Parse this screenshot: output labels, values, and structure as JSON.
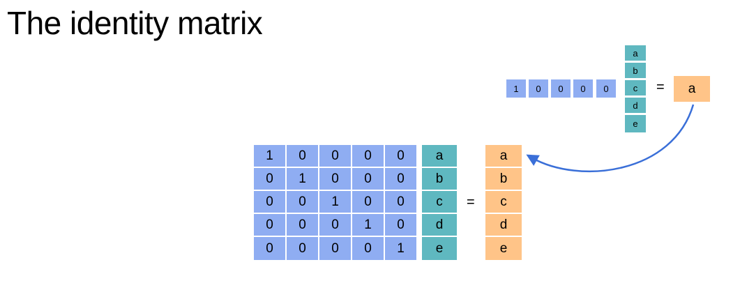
{
  "title": "The identity matrix",
  "top_equation": {
    "row_vector": [
      "1",
      "0",
      "0",
      "0",
      "0"
    ],
    "column_vector": [
      "a",
      "b",
      "c",
      "d",
      "e"
    ],
    "equals": "=",
    "result": "a"
  },
  "main_equation": {
    "matrix": [
      [
        "1",
        "0",
        "0",
        "0",
        "0"
      ],
      [
        "0",
        "1",
        "0",
        "0",
        "0"
      ],
      [
        "0",
        "0",
        "1",
        "0",
        "0"
      ],
      [
        "0",
        "0",
        "0",
        "1",
        "0"
      ],
      [
        "0",
        "0",
        "0",
        "0",
        "1"
      ]
    ],
    "vector": [
      "a",
      "b",
      "c",
      "d",
      "e"
    ],
    "equals": "=",
    "result": [
      "a",
      "b",
      "c",
      "d",
      "e"
    ]
  },
  "colors": {
    "matrix": "#8fadf2",
    "vector": "#5fb8c0",
    "result": "#ffc488",
    "arrow": "#3a6fd8"
  }
}
